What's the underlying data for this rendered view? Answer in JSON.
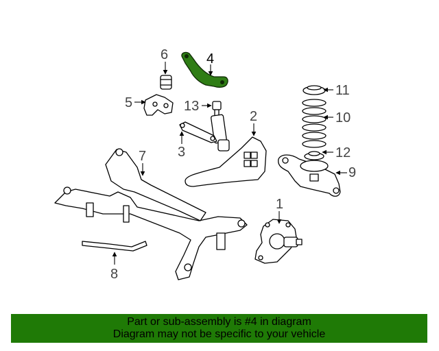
{
  "diagram": {
    "highlight_color": "#2f7d15",
    "callouts": [
      "1",
      "2",
      "3",
      "4",
      "5",
      "6",
      "7",
      "8",
      "9",
      "10",
      "11",
      "12",
      "13"
    ]
  },
  "banner": {
    "line1": "Part or sub-assembly is #4 in diagram",
    "line2": "Diagram may not be specific to your vehicle",
    "color": "#1f7a06"
  }
}
